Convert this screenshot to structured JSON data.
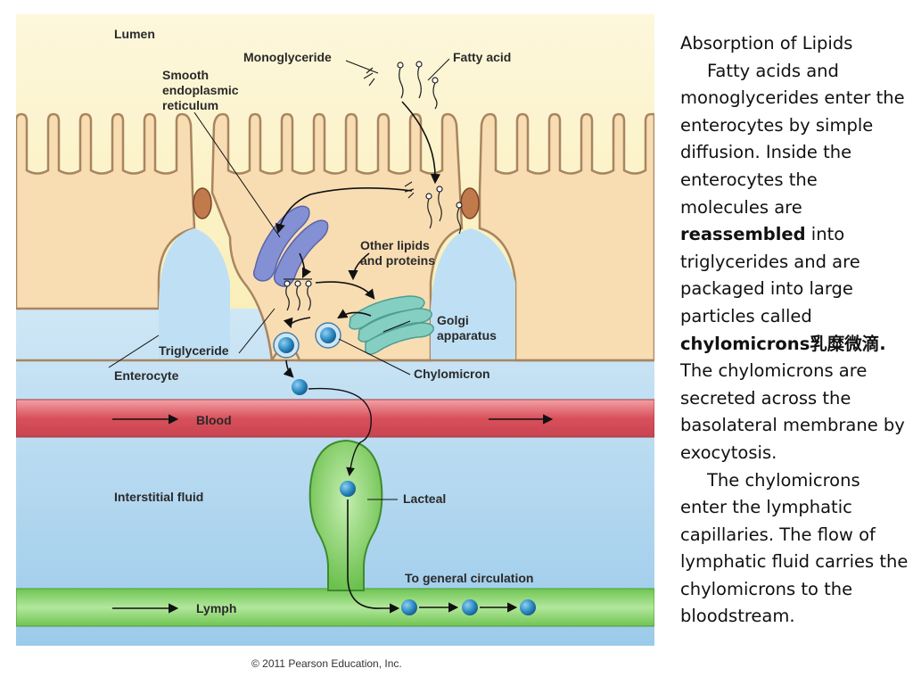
{
  "diagram": {
    "labels": {
      "lumen": "Lumen",
      "monoglyceride": "Monoglyceride",
      "fatty_acid": "Fatty acid",
      "smooth_er_line1": "Smooth",
      "smooth_er_line2": "endoplasmic",
      "smooth_er_line3": "reticulum",
      "other_lipids_line1": "Other lipids",
      "other_lipids_line2": "and proteins",
      "golgi_line1": "Golgi",
      "golgi_line2": "apparatus",
      "triglyceride": "Triglyceride",
      "enterocyte": "Enterocyte",
      "chylomicron": "Chylomicron",
      "blood": "Blood",
      "interstitial_fluid": "Interstitial fluid",
      "lacteal": "Lacteal",
      "to_general_circulation": "To general circulation",
      "lymph": "Lymph"
    },
    "colors": {
      "lumen": "#fbf2c2",
      "cell": "#f8ddb3",
      "interstitial": "#a8d4ee",
      "blood": "#dd5a63",
      "lymph": "#8ed671",
      "er": "#7f8ad0",
      "golgi": "#7cc9bc",
      "chylomicron": "#2f8bc4"
    }
  },
  "copyright": "© 2011 Pearson Education, Inc.",
  "side_text": {
    "title": "Absorption of Lipids",
    "p1_a": "Fatty acids and monoglycerides enter the enterocytes by simple diffusion. Inside the enterocytes the molecules are ",
    "p1_bold1": "reassembled",
    "p1_b": " into triglycerides and are packaged into large particles called ",
    "p1_bold2": "chylomicrons乳糜微滴.",
    "p1_c": " The chylomicrons are secreted across the basolateral membrane by exocytosis.",
    "p2": "The chylomicrons enter the lymphatic capillaries. The flow of lymphatic fluid carries the chylomicrons to the bloodstream."
  }
}
